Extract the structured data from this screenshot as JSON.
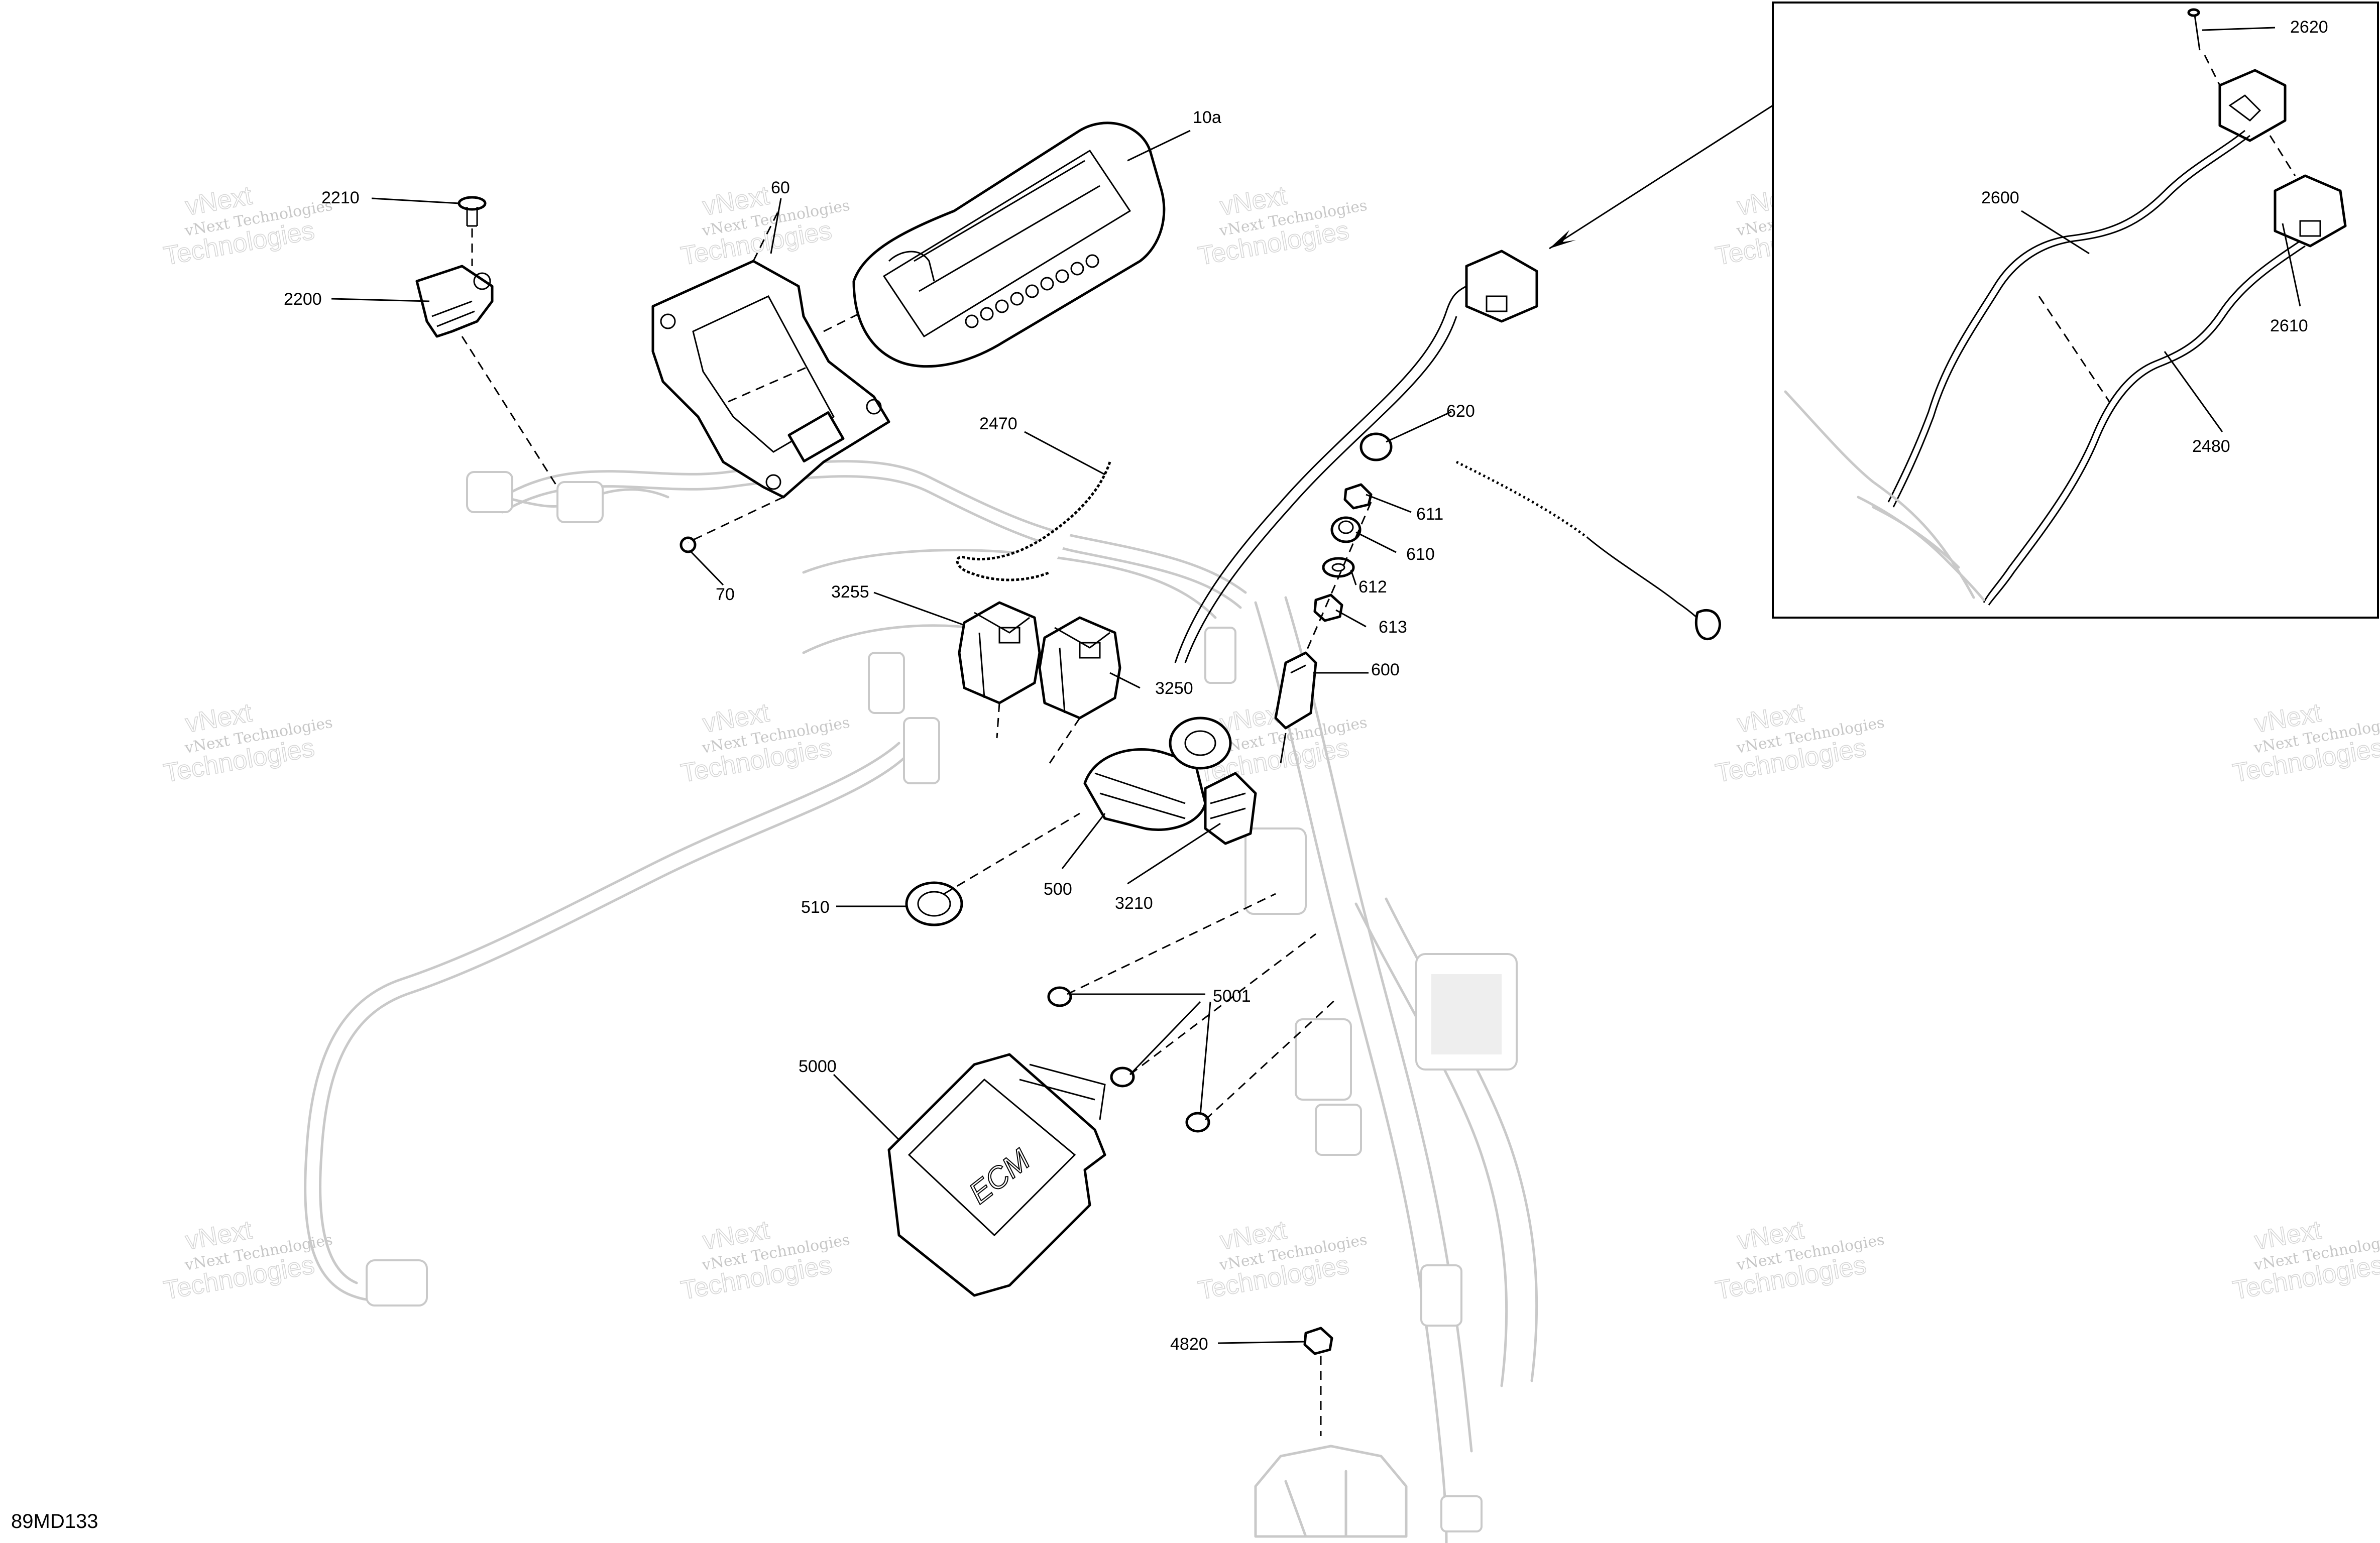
{
  "diagram": {
    "reference_code": "89MD133",
    "watermark": {
      "line_a": "vNext Technologies",
      "line_b": "Technologies",
      "line_c": "vNext"
    },
    "callouts": [
      {
        "id": "c-10a",
        "label": "10a"
      },
      {
        "id": "c-60",
        "label": "60"
      },
      {
        "id": "c-70",
        "label": "70"
      },
      {
        "id": "c-2210",
        "label": "2210"
      },
      {
        "id": "c-2200",
        "label": "2200"
      },
      {
        "id": "c-2470",
        "label": "2470"
      },
      {
        "id": "c-3255",
        "label": "3255"
      },
      {
        "id": "c-3250",
        "label": "3250"
      },
      {
        "id": "c-620",
        "label": "620"
      },
      {
        "id": "c-611",
        "label": "611"
      },
      {
        "id": "c-610",
        "label": "610"
      },
      {
        "id": "c-612",
        "label": "612"
      },
      {
        "id": "c-613",
        "label": "613"
      },
      {
        "id": "c-600",
        "label": "600"
      },
      {
        "id": "c-500",
        "label": "500"
      },
      {
        "id": "c-3210",
        "label": "3210"
      },
      {
        "id": "c-510",
        "label": "510"
      },
      {
        "id": "c-5001",
        "label": "5001"
      },
      {
        "id": "c-5000",
        "label": "5000"
      },
      {
        "id": "c-4820",
        "label": "4820"
      },
      {
        "id": "c-2620",
        "label": "2620"
      },
      {
        "id": "c-2600",
        "label": "2600"
      },
      {
        "id": "c-2610",
        "label": "2610"
      },
      {
        "id": "c-2480",
        "label": "2480"
      }
    ],
    "module_marking": "ECM"
  }
}
